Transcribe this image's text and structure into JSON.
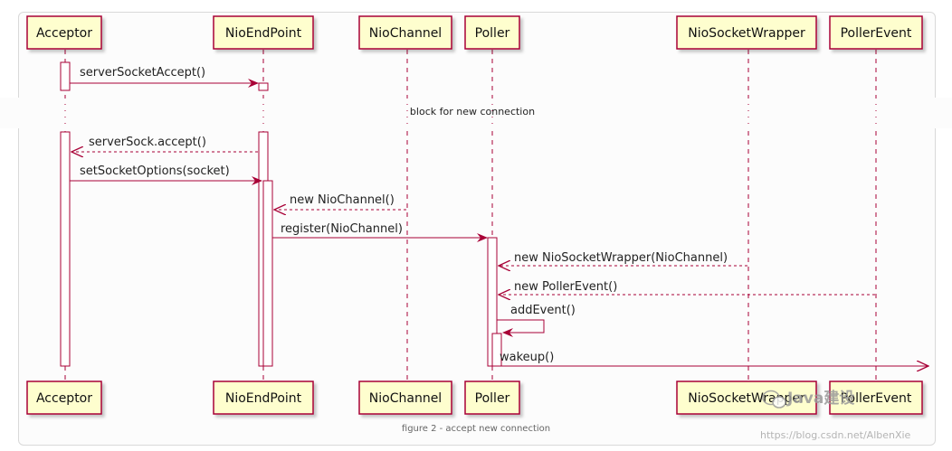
{
  "participants": [
    {
      "id": "acceptor",
      "label": "Acceptor"
    },
    {
      "id": "nioendpoint",
      "label": "NioEndPoint"
    },
    {
      "id": "niochannel",
      "label": "NioChannel"
    },
    {
      "id": "poller",
      "label": "Poller"
    },
    {
      "id": "niosocketwrapper",
      "label": "NioSocketWrapper"
    },
    {
      "id": "pollerevent",
      "label": "PollerEvent"
    }
  ],
  "messages": [
    {
      "label": "serverSocketAccept()"
    },
    {
      "label": "serverSock.accept()"
    },
    {
      "label": "setSocketOptions(socket)"
    },
    {
      "label": "new NioChannel()"
    },
    {
      "label": "register(NioChannel)"
    },
    {
      "label": "new NioSocketWrapper(NioChannel)"
    },
    {
      "label": "new PollerEvent()"
    },
    {
      "label": "addEvent()"
    },
    {
      "label": "wakeup()"
    }
  ],
  "divider": "block for new connection",
  "caption": "figure 2 - accept new connection",
  "watermark": {
    "brand": "Java建设",
    "url": "https://blog.csdn.net/AlbenXie"
  },
  "colors": {
    "box_fill": "#FEFECE",
    "box_stroke": "#A80036",
    "arrow": "#A80036",
    "lifeline": "#A80036"
  }
}
